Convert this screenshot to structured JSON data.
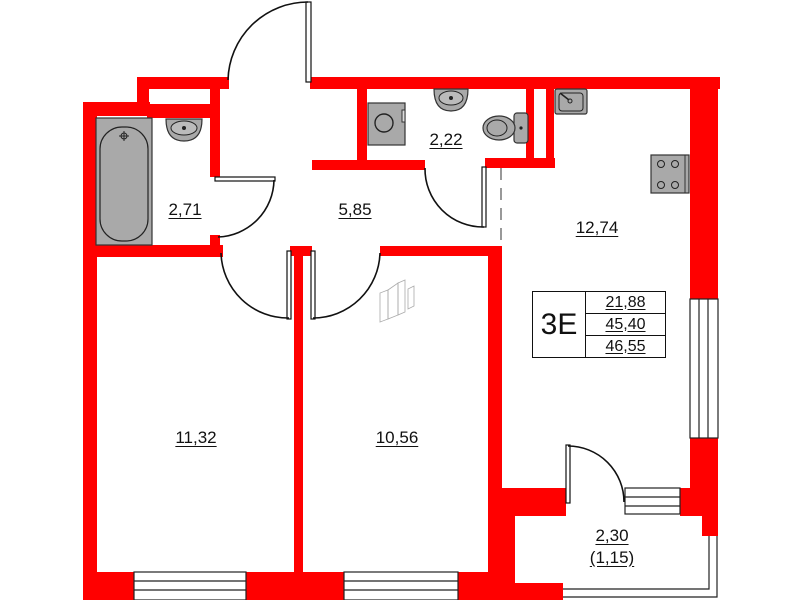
{
  "plan": {
    "apartment_code": "3E",
    "summary": {
      "living_area": "21,88",
      "total_area": "45,40",
      "total_area_with_balcony": "46,55"
    },
    "rooms": [
      {
        "id": "bathroom",
        "area": "2,71"
      },
      {
        "id": "hallway",
        "area": "5,85"
      },
      {
        "id": "toilet",
        "area": "2,22"
      },
      {
        "id": "kitchen-living",
        "area": "12,74"
      },
      {
        "id": "bedroom-1",
        "area": "11,32"
      },
      {
        "id": "bedroom-2",
        "area": "10,56"
      },
      {
        "id": "balcony",
        "area": "2,30",
        "reduced_area": "(1,15)"
      }
    ],
    "colors": {
      "wall": "#ff0000",
      "fixture": "#a9a9a9",
      "line": "#111111"
    }
  }
}
